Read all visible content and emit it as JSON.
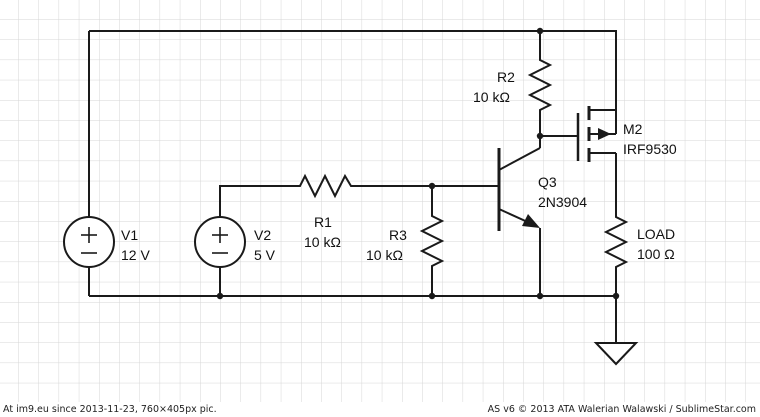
{
  "components": {
    "v1": {
      "name": "V1",
      "value": "12 V"
    },
    "v2": {
      "name": "V2",
      "value": "5 V"
    },
    "r1": {
      "name": "R1",
      "value": "10 kΩ"
    },
    "r2": {
      "name": "R2",
      "value": "10 kΩ"
    },
    "r3": {
      "name": "R3",
      "value": "10 kΩ"
    },
    "q3": {
      "name": "Q3",
      "value": "2N3904"
    },
    "m2": {
      "name": "M2",
      "value": "IRF9530"
    },
    "load": {
      "name": "LOAD",
      "value": "100 Ω"
    }
  },
  "source_symbols": {
    "plus": "+",
    "minus": "–"
  },
  "footer": {
    "left": "At im9.eu  since 2013-11-23, 760×405px pic.",
    "right": "AS v6 © 2013 ATA Walerian Walawski / SublimeStar.com"
  },
  "colors": {
    "grid": "#d6d6d6",
    "wire": "#1a1a1a",
    "background": "#ffffff"
  }
}
